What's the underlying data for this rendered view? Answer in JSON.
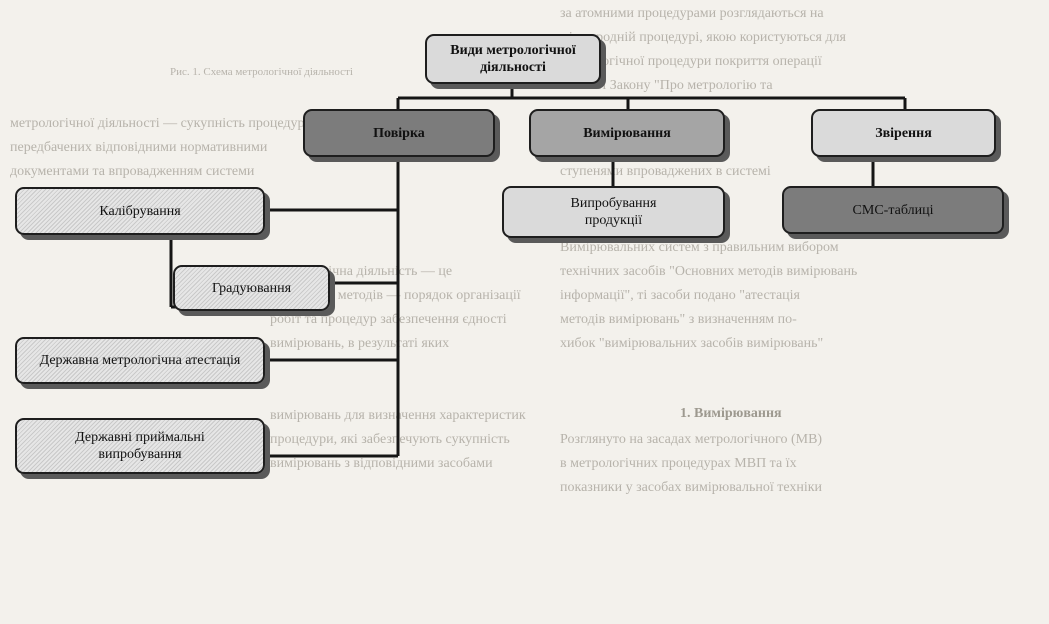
{
  "diagram": {
    "root": "Види метрологічної діяльності",
    "level1": [
      "Повірка",
      "Вимірювання",
      "Звірення"
    ],
    "under_poverka": [
      "Калібрування",
      "Градуювання",
      "Державна метрологічна атестація",
      "Державні приймальні випробування"
    ],
    "under_vymiryuvannya": "Випробування продукції",
    "under_zvirennya": "СМС-таблиці"
  }
}
